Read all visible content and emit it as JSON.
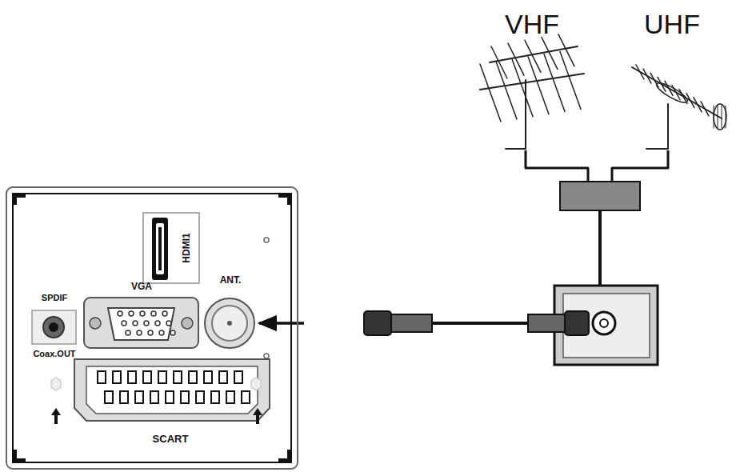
{
  "diagram": {
    "nodes": [
      {
        "text": [
          "VHF"
        ]
      },
      {
        "text": [
          "UHF"
        ]
      },
      {
        "text": [
          "HDMI1"
        ]
      },
      {
        "text": [
          "VGA"
        ]
      },
      {
        "text": [
          "ANT."
        ]
      },
      {
        "text": [
          "SPDIF",
          "Coax.OUT"
        ]
      },
      {
        "text": [
          "SCART"
        ]
      }
    ],
    "edges": [
      {
        "from": 0,
        "to": 4,
        "arrow": "to"
      },
      {
        "from": 1,
        "to": 4,
        "arrow": "to"
      }
    ]
  }
}
